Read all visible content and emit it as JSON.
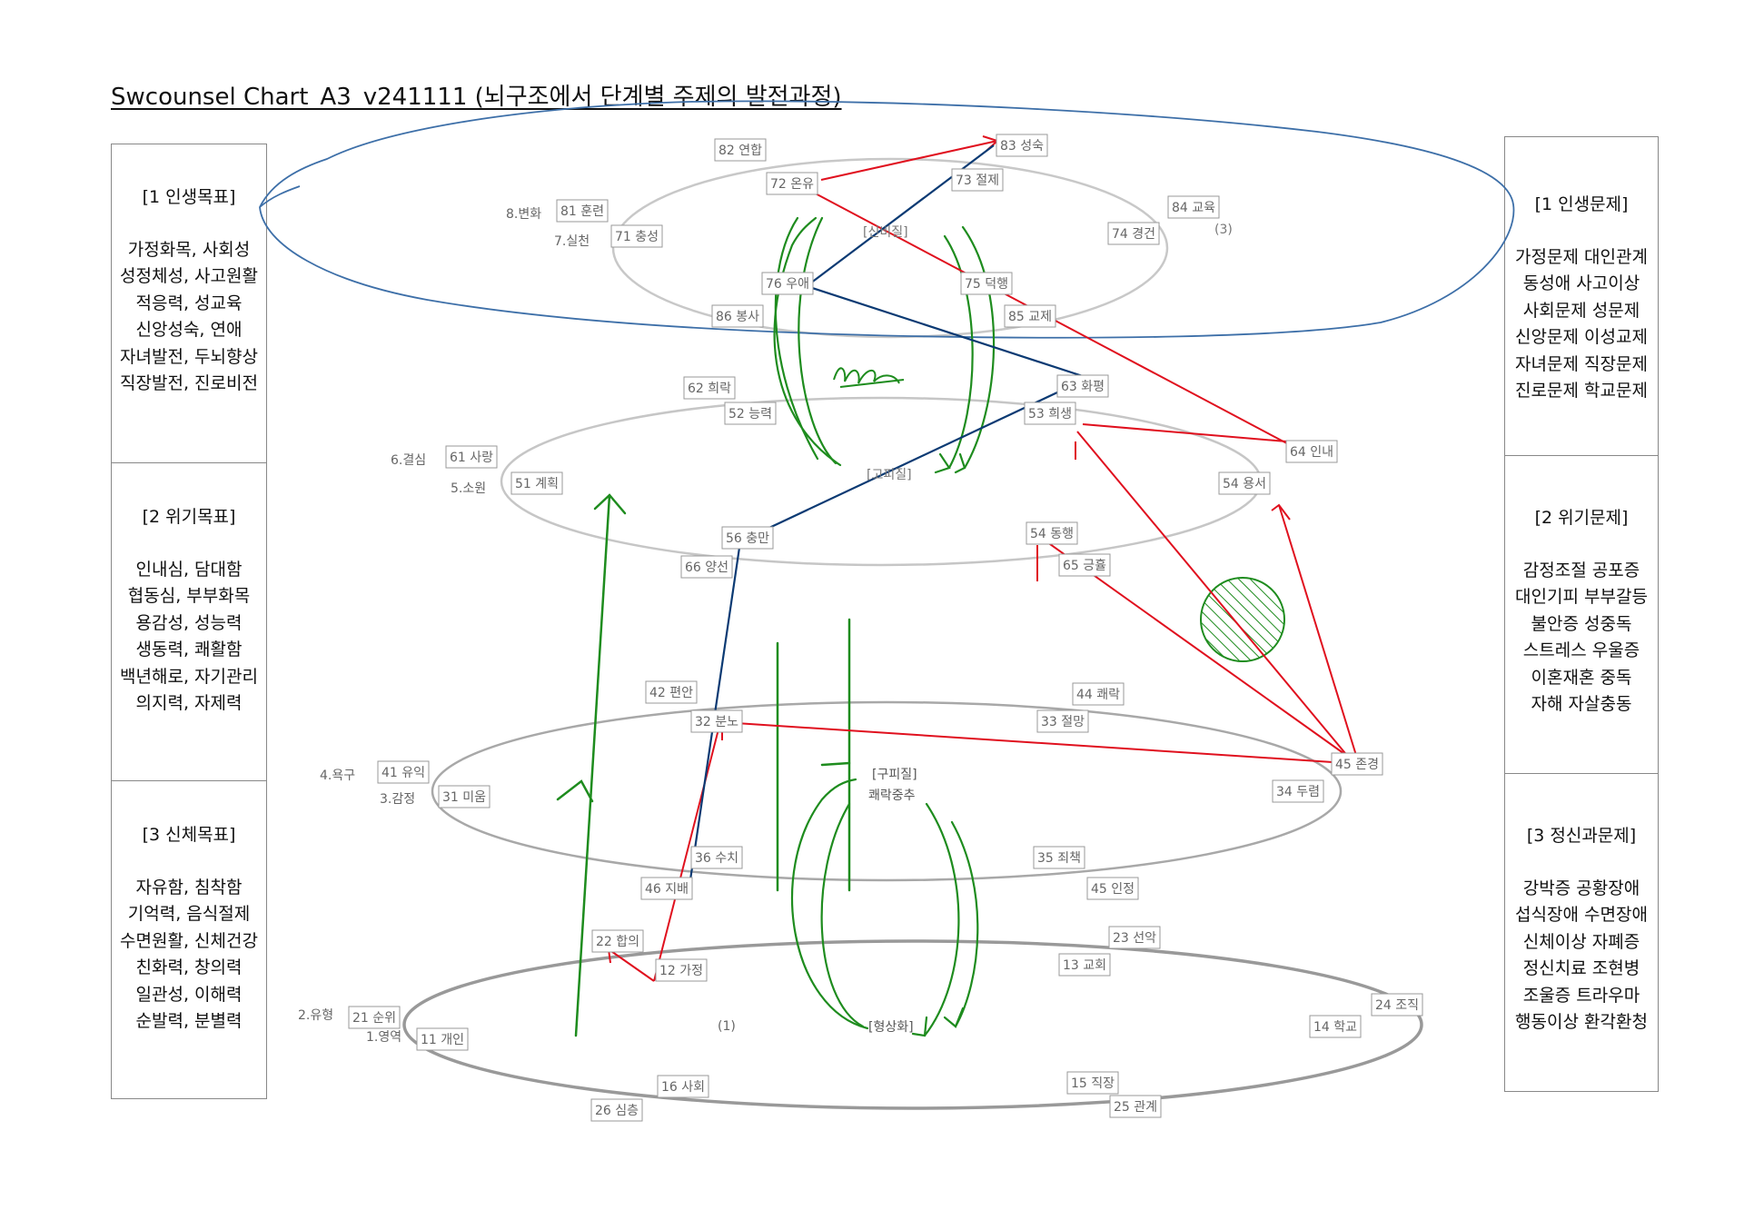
{
  "title": "Swcounsel Chart_A3_v241111 (뇌구조에서 단계별 주제의 발전과정)",
  "left_panel": [
    {
      "header": "[1 인생목표]",
      "items": [
        "가정화목, 사회성",
        "성정체성, 사고원활",
        "적응력, 성교육",
        "신앙성숙, 연애",
        "자녀발전, 두뇌향상",
        "직장발전, 진로비전"
      ]
    },
    {
      "header": "[2 위기목표]",
      "items": [
        "인내심, 담대함",
        "협동심, 부부화목",
        "용감성, 성능력",
        "생동력, 쾌활함",
        "백년해로, 자기관리",
        "의지력, 자제력"
      ]
    },
    {
      "header": "[3 신체목표]",
      "items": [
        "자유함, 침착함",
        "기억력, 음식절제",
        "수면원활, 신체건강",
        "친화력, 창의력",
        "일관성, 이해력",
        "순발력, 분별력"
      ]
    }
  ],
  "right_panel": [
    {
      "header": "[1 인생문제]",
      "items": [
        "가정문제  대인관계",
        "동성애  사고이상",
        "사회문제  성문제",
        "신앙문제  이성교제",
        "자녀문제  직장문제",
        "진로문제  학교문제"
      ]
    },
    {
      "header": "[2 위기문제]",
      "items": [
        "감정조절  공포증",
        "대인기피  부부갈등",
        "불안증  성중독",
        "스트레스  우울증",
        "이혼재혼  중독",
        "자해  자살충동"
      ]
    },
    {
      "header": "[3 정신과문제]",
      "items": [
        "강박증  공황장애",
        "섭식장애  수면장애",
        "신체이상  자폐증",
        "정신치료  조현병",
        "조울증  트라우마",
        "행동이상  환각환청"
      ]
    }
  ],
  "level_labels": [
    "8.변화",
    "7.실천",
    "6.결심",
    "5.소원",
    "4.욕구",
    "3.감정",
    "2.유형",
    "1.영역"
  ],
  "boxes": [
    "82 연합",
    "83 성숙",
    "72 온유",
    "73 절제",
    "81 훈련",
    "71 충성",
    "84 교육",
    "74 경건",
    "76 우애",
    "75 덕행",
    "86 봉사",
    "85 교제",
    "62 희락",
    "63 화평",
    "52 능력",
    "53 희생",
    "61 사랑",
    "64 인내",
    "51 계획",
    "54 용서",
    "56 충만",
    "54 동행",
    "66 양선",
    "65 긍휼",
    "42 편안",
    "44 쾌락",
    "32 분노",
    "33 절망",
    "41 유익",
    "45 존경",
    "31 미움",
    "34 두렴",
    "36 수치",
    "35 죄책",
    "46 지배",
    "45 인정",
    "22 합의",
    "23 선악",
    "12 가정",
    "13 교회",
    "21 순위",
    "24 조직",
    "11 개인",
    "14 학교",
    "16 사회",
    "15 직장",
    "26 심층",
    "25 관계"
  ],
  "plain_labels": [
    "[신비질]",
    "(3)",
    "[고피질]",
    "[구피질]",
    "쾌락중추",
    "[형상화]",
    "(1)"
  ],
  "icon_names": [
    "green-up-arrow",
    "green-circular-arrow",
    "green-hatched-circle",
    "green-handwritten-scribble"
  ],
  "colors": {
    "red": "#e0101e",
    "navy": "#0b3a73",
    "green": "#1e8c1e",
    "blue_scribble": "#3d6fa8",
    "ellipse_top": "#c8c8c8",
    "ellipse_bottom": "#999999"
  }
}
